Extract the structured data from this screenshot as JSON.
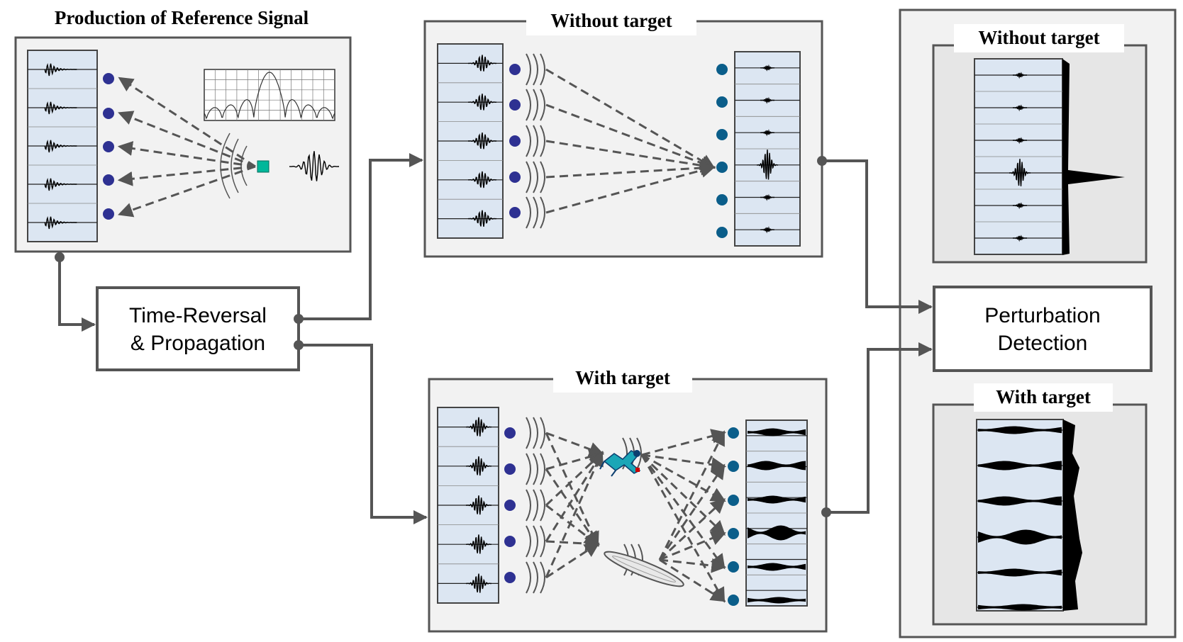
{
  "panels": {
    "reference": {
      "title": "Production of Reference Signal"
    },
    "without_target_prop": {
      "title": "Without target"
    },
    "with_target_prop": {
      "title": "With target"
    },
    "result_without": {
      "title": "Without target"
    },
    "result_with": {
      "title": "With target"
    }
  },
  "blocks": {
    "time_reversal": {
      "line1": "Time-Reversal",
      "line2": "& Propagation"
    },
    "perturbation": {
      "line1": "Perturbation",
      "line2": "Detection"
    }
  },
  "colors": {
    "panel_fill": "#f2f2f2",
    "panel_border": "#555555",
    "signal_box_fill": "#dce6f2",
    "source_sensor": "#2e3192",
    "receiver_sensor": "#0b5e8a",
    "arrow": "#555555",
    "source_square": "#00b79a"
  }
}
